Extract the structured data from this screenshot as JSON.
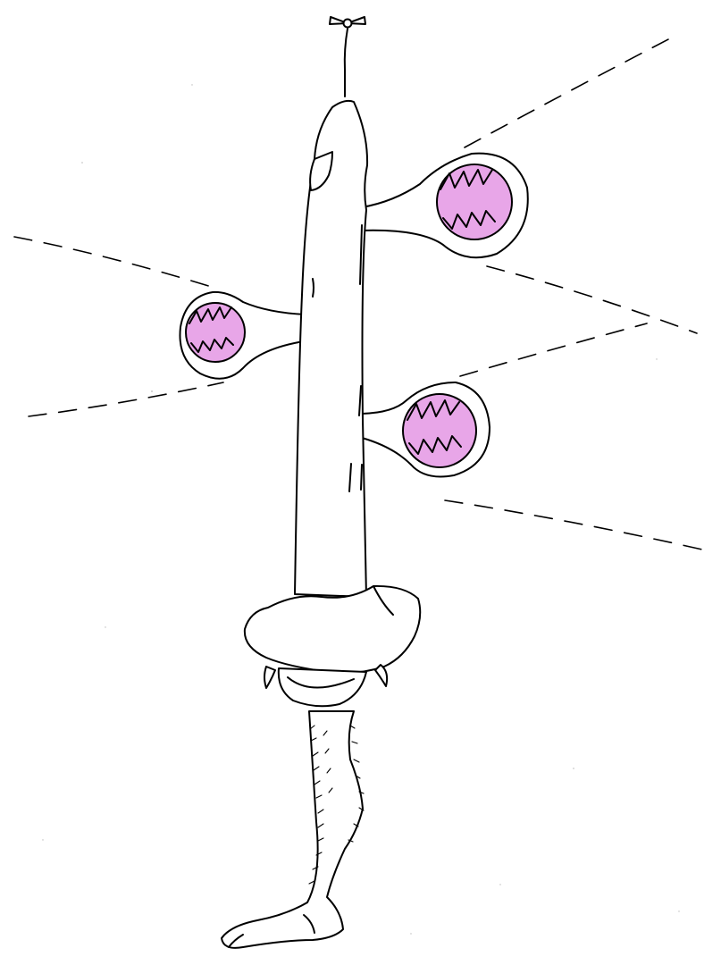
{
  "drawing": {
    "background_color": "#ffffff",
    "ink_color": "#000000",
    "mouth_color": "#e8a6e8",
    "figures": {
      "creature": "creature-drawing",
      "mouths": [
        {
          "name": "upper-right-mouth"
        },
        {
          "name": "left-mouth"
        },
        {
          "name": "lower-right-mouth"
        }
      ]
    }
  }
}
